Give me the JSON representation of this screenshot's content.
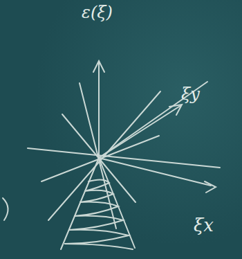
{
  "diagram": {
    "labels": [
      "ε(ξ)",
      "ξy",
      "ξx"
    ]
  }
}
